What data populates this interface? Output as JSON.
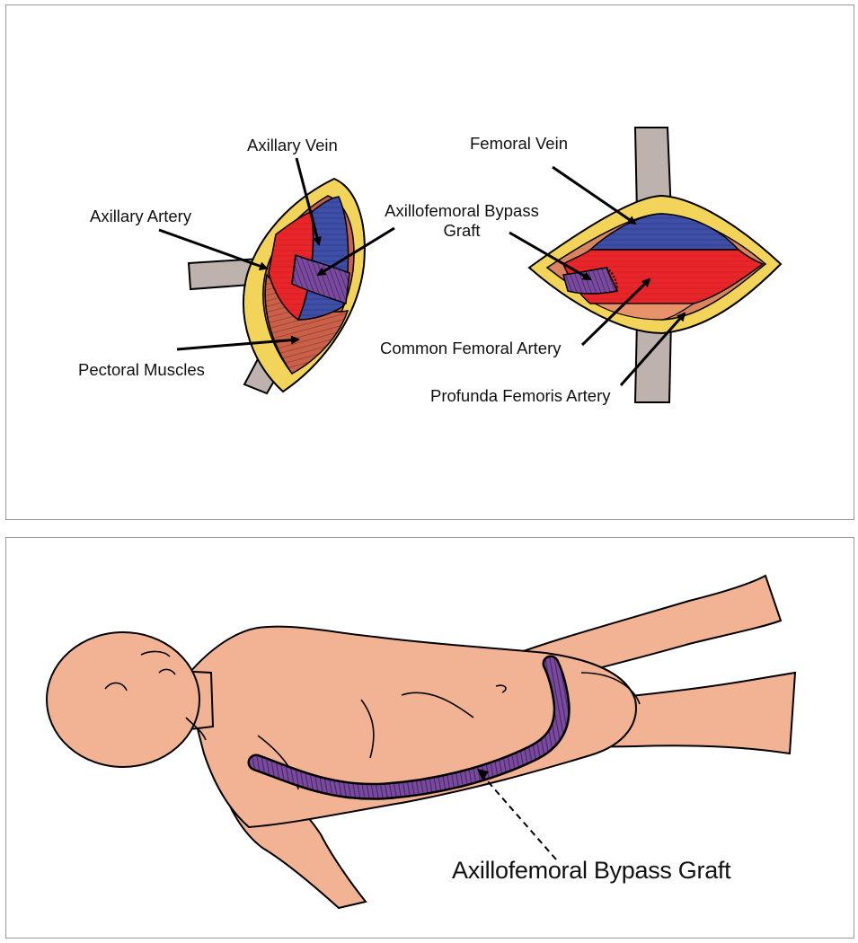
{
  "top_panel": {
    "labels": {
      "axillary_vein": "Axillary Vein",
      "axillary_artery": "Axillary Artery",
      "axillofemoral_graft_line1": "Axillofemoral Bypass",
      "axillofemoral_graft_line2": "Graft",
      "pectoral_muscles": "Pectoral Muscles",
      "femoral_vein": "Femoral Vein",
      "common_femoral_artery": "Common Femoral Artery",
      "profunda_femoris_artery": "Profunda Femoris Artery"
    }
  },
  "bottom_panel": {
    "labels": {
      "graft": "Axillofemoral Bypass Graft"
    }
  },
  "colors": {
    "artery": "#e8262a",
    "vein": "#3f4fa8",
    "graft": "#7a4a9e",
    "muscle": "#c9604a",
    "fat": "#f2d45a",
    "retractor": "#bdb2ae",
    "skin": "#f2b394"
  }
}
